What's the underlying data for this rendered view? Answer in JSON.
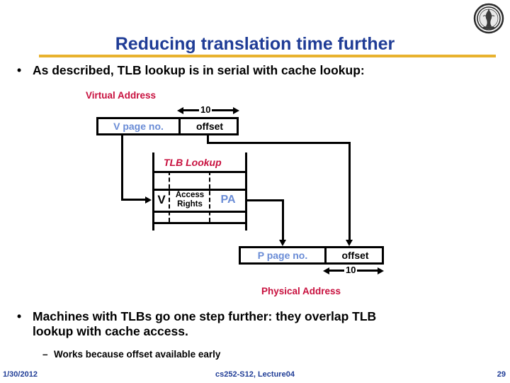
{
  "slide": {
    "title": "Reducing translation time further",
    "logo_icon": "berkeley-seal-icon",
    "accent_title_color": "#1F3C96",
    "accent_rule_color": "#E8B22E",
    "label_red_color": "#C8103E",
    "value_blue_color": "#6A8CD6"
  },
  "bullets": {
    "bullet_marker": "•",
    "dash_marker": "–",
    "b1": "As described, TLB lookup is in serial with cache lookup:",
    "b2_line1": "Machines with TLBs go one step further: they overlap TLB",
    "b2_line2": "lookup with cache access.",
    "b3": "Works because offset available early"
  },
  "diagram": {
    "virtual_address": {
      "caption": "Virtual Address",
      "page_no": "V page no.",
      "offset": "offset",
      "offset_bits": "10"
    },
    "tlb": {
      "caption": "TLB Lookup",
      "valid": "V",
      "access_rights_line1": "Access",
      "access_rights_line2": "Rights",
      "pa": "PA"
    },
    "physical_address": {
      "page_no": "P page no.",
      "offset": "offset",
      "offset_bits": "10",
      "caption": "Physical Address"
    }
  },
  "footer": {
    "date": "1/30/2012",
    "course": "cs252-S12, Lecture04",
    "page": "29"
  }
}
